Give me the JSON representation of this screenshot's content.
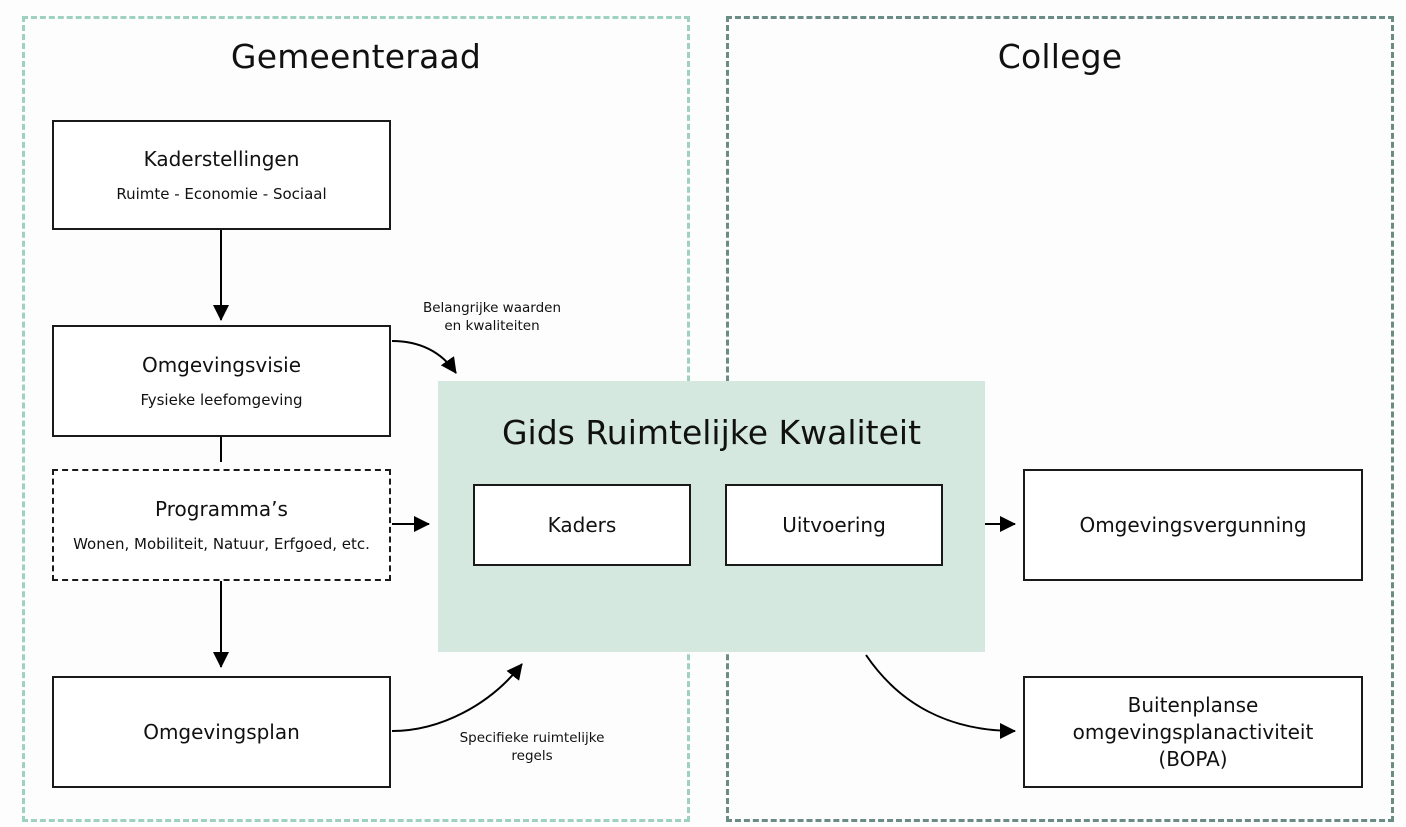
{
  "regions": {
    "left": {
      "title": "Gemeenteraad",
      "border_color": "#9fd1bf"
    },
    "right": {
      "title": "College",
      "border_color": "#6b8c84"
    }
  },
  "boxes": {
    "kaderstellingen": {
      "title": "Kaderstellingen",
      "subtitle": "Ruimte - Economie - Sociaal"
    },
    "omgevingsvisie": {
      "title": "Omgevingsvisie",
      "subtitle": "Fysieke leefomgeving"
    },
    "programmas": {
      "title": "Programma’s",
      "subtitle": "Wonen, Mobiliteit, Natuur, Erfgoed, etc."
    },
    "omgevingsplan": {
      "title": "Omgevingsplan"
    },
    "omgevingsvergunning": {
      "title": "Omgevingsvergunning"
    },
    "bopa": {
      "lines": [
        "Buitenplanse",
        "omgevingsplanactiviteit",
        "(BOPA)"
      ]
    }
  },
  "gids": {
    "title": "Gids Ruimtelijke Kwaliteit",
    "background": "#d4e8e0",
    "kaders": "Kaders",
    "uitvoering": "Uitvoering"
  },
  "labels": {
    "waarden": [
      "Belangrijke waarden",
      "en kwaliteiten"
    ],
    "regels": [
      "Specifieke ruimtelijke",
      "regels"
    ]
  }
}
